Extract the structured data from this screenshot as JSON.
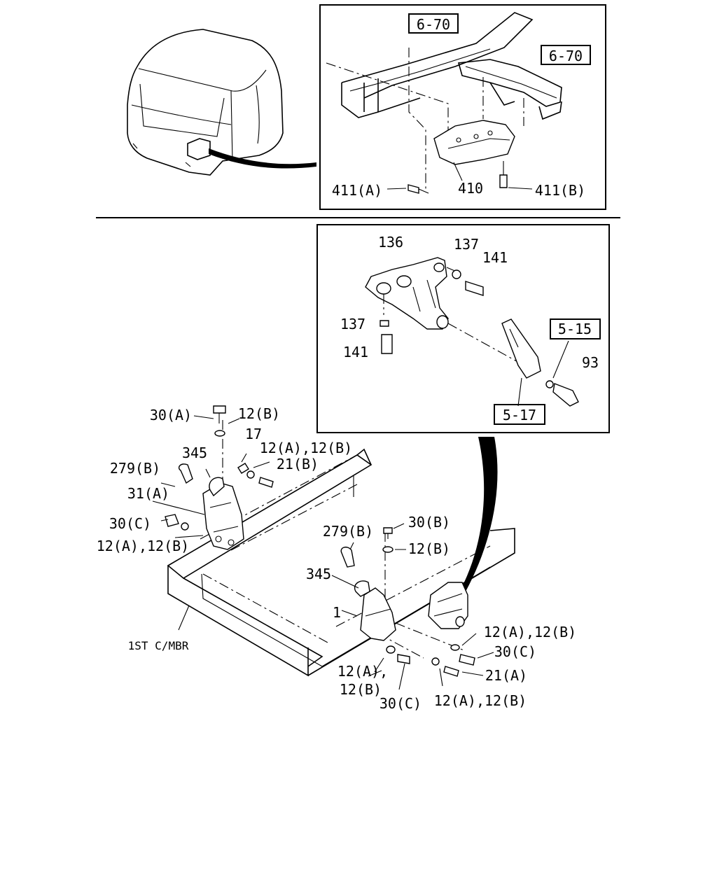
{
  "top_inset": {
    "ref_left": "6-70",
    "ref_right": "6-70",
    "label_411a": "411(A)",
    "label_410": "410",
    "label_411b": "411(B)"
  },
  "mid_inset": {
    "label_136": "136",
    "label_137_top": "137",
    "label_141_top": "141",
    "label_137_left": "137",
    "label_141_left": "141",
    "ref_5_15": "5-15",
    "label_93": "93",
    "ref_5_17": "5-17"
  },
  "main": {
    "label_30a": "30(A)",
    "label_12b_a": "12(B)",
    "label_17": "17",
    "label_12ab_a": "12(A),12(B)",
    "label_345_a": "345",
    "label_279b_a": "279(B)",
    "label_21b": "21(B)",
    "label_31a": "31(A)",
    "label_30c_a": "30(C)",
    "label_12ab_b": "12(A),12(B)",
    "label_279b_b": "279(B)",
    "label_30b": "30(B)",
    "label_12b_b": "12(B)",
    "label_345_b": "345",
    "label_1": "1",
    "label_12ab_c": "12(A),12(B)",
    "label_30c_b": "30(C)",
    "label_21a": "21(A)",
    "label_12a_d": "12(A),",
    "label_12b_d": "12(B)",
    "label_30c_c": "30(C)",
    "label_12ab_e": "12(A),12(B)",
    "label_1st_cmbr": "1ST C/MBR"
  }
}
